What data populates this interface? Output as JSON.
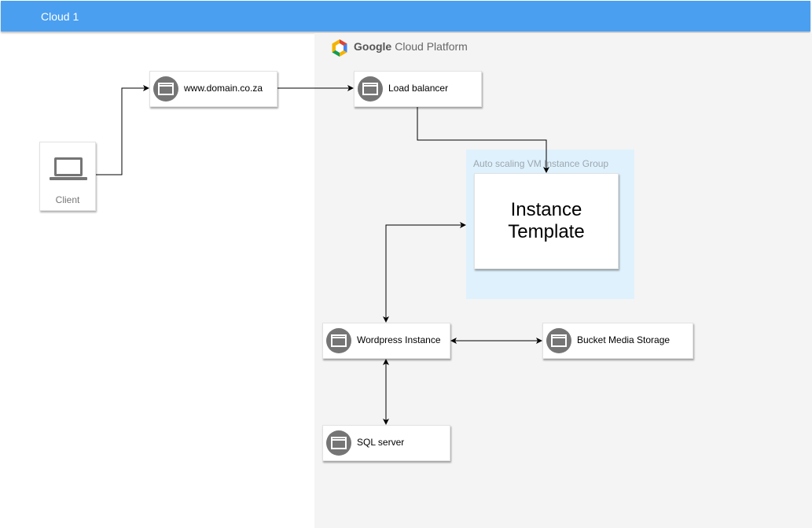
{
  "header": {
    "title": "Cloud 1",
    "color": "#4a9ff0"
  },
  "gcp": {
    "brand_bold": "Google",
    "brand_rest": "Cloud Platform",
    "logo_icon": "gcp-hexagon-icon"
  },
  "nodes": {
    "client": {
      "label": "Client",
      "icon": "laptop-icon"
    },
    "domain": {
      "label": "www.domain.co.za",
      "icon": "compute-instance-icon"
    },
    "load_balancer": {
      "label": "Load balancer",
      "icon": "compute-instance-icon"
    },
    "wordpress": {
      "label": "Wordpress Instance",
      "icon": "compute-instance-icon"
    },
    "bucket": {
      "label": "Bucket Media Storage",
      "icon": "compute-instance-icon"
    },
    "sql": {
      "label": "SQL server",
      "icon": "compute-instance-icon"
    }
  },
  "asg": {
    "label": "Auto scaling VM Instance Group",
    "template_line1": "Instance",
    "template_line2": "Template"
  },
  "edges": [
    {
      "from": "Client",
      "to": "www.domain.co.za",
      "direction": "forward"
    },
    {
      "from": "www.domain.co.za",
      "to": "Load balancer",
      "direction": "forward"
    },
    {
      "from": "Load balancer",
      "to": "Instance Template",
      "direction": "forward"
    },
    {
      "from": "Wordpress Instance",
      "to": "Instance Template",
      "direction": "both"
    },
    {
      "from": "Wordpress Instance",
      "to": "Bucket Media Storage",
      "direction": "both"
    },
    {
      "from": "Wordpress Instance",
      "to": "SQL server",
      "direction": "both"
    }
  ]
}
